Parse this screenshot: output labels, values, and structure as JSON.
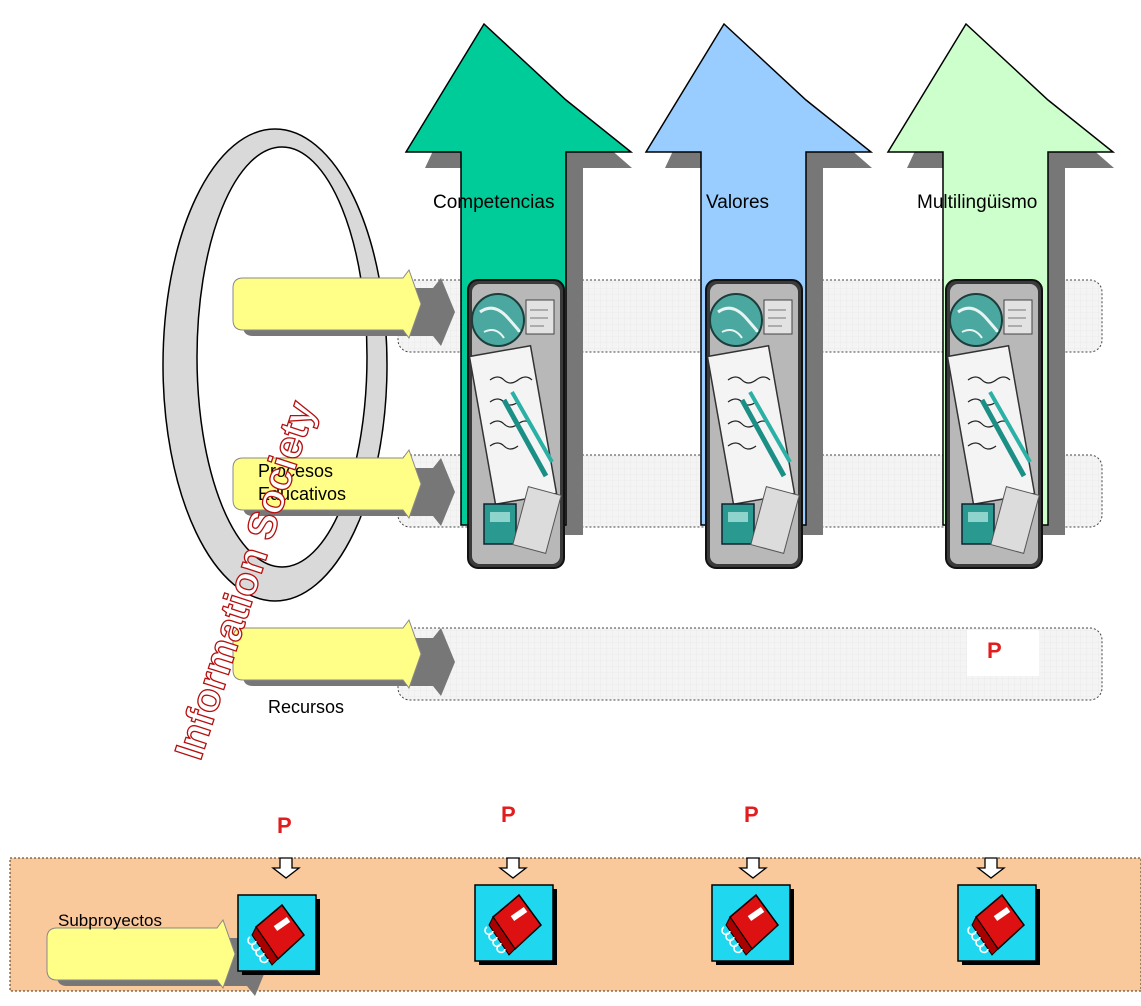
{
  "columns": [
    {
      "label": "Competencias",
      "color": "#00cc99"
    },
    {
      "label": "Valores",
      "color": "#99ccff"
    },
    {
      "label": "Multilingüismo",
      "color": "#ccffcc"
    }
  ],
  "rows": {
    "procesos": "Procesos\nEducativos",
    "recursos": "Recursos"
  },
  "ring_text": "Information Society",
  "subproyectos": "Subproyectos",
  "marker": "P",
  "colors": {
    "callout": "#ffff88",
    "callout_shadow": "#777777",
    "band": "#f3f3f3",
    "subproject_band": "#f9c89b",
    "ring": "#d9d9d9",
    "marker": "#e21d1d",
    "book_bg": "#1fd8f0",
    "book": "#dd1111"
  },
  "icons": [
    "document-collage-icon",
    "notebook-icon",
    "down-arrow-icon"
  ]
}
